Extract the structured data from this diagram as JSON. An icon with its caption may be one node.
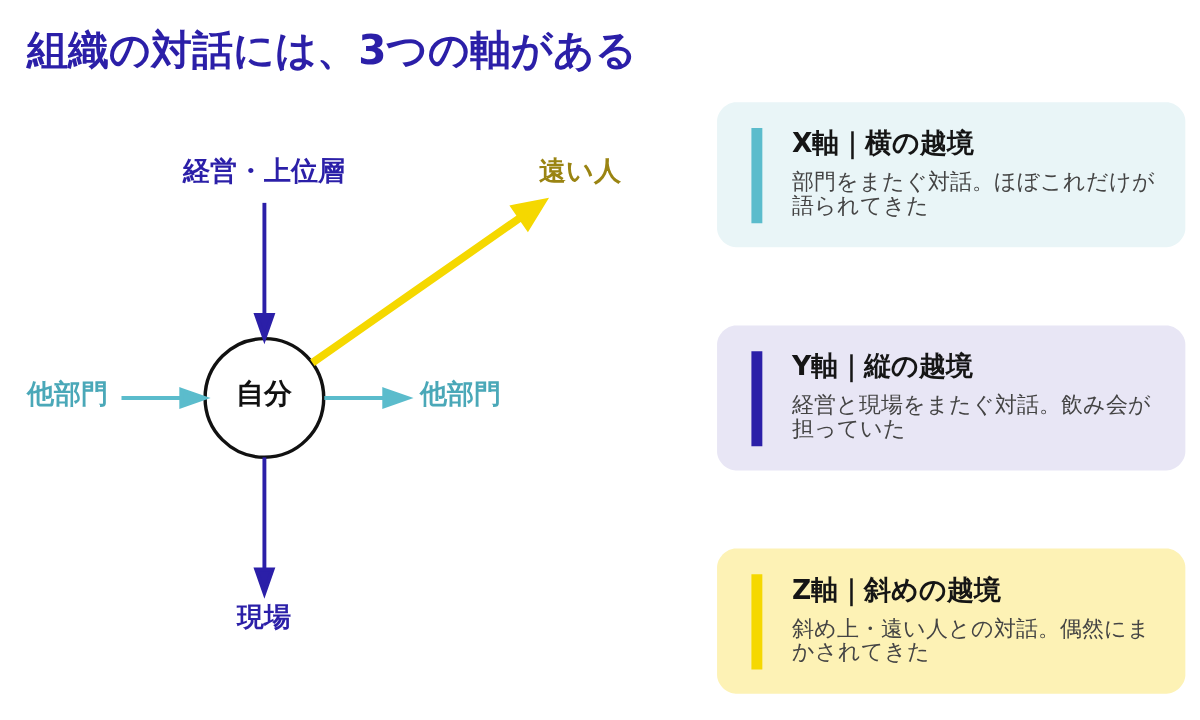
{
  "diagram": {
    "title": "組織の対話には、3つの軸がある",
    "nodes": [
      {
        "text": [
          "経営・上位層"
        ]
      },
      {
        "text": [
          "遠い人"
        ]
      },
      {
        "text": [
          "他部門"
        ]
      },
      {
        "text": [
          "自分"
        ]
      },
      {
        "text": [
          "他部門"
        ]
      },
      {
        "text": [
          "現場"
        ]
      },
      {
        "text": [
          "X軸｜横の越境",
          "部門をまたぐ対話。ほぼこれだけが語られてきた"
        ]
      },
      {
        "text": [
          "Y軸｜縦の越境",
          "経営と現場をまたぐ対話。飲み会が担っていた"
        ]
      },
      {
        "text": [
          "Z軸｜斜めの越境",
          "斜め上・遠い人との対話。偶然にまかされてきた"
        ]
      }
    ],
    "edges": [
      {
        "from": 0,
        "to": 3,
        "arrow": "to",
        "color": "#2b1fa8"
      },
      {
        "from": 2,
        "to": 3,
        "arrow": "to",
        "color": "#5bbccc"
      },
      {
        "from": 3,
        "to": 4,
        "arrow": "to",
        "color": "#5bbccc"
      },
      {
        "from": 3,
        "to": 1,
        "arrow": "to",
        "style": "thick",
        "color": "#f5d800"
      },
      {
        "from": 3,
        "to": 5,
        "arrow": "to",
        "color": "#2b1fa8"
      }
    ]
  }
}
